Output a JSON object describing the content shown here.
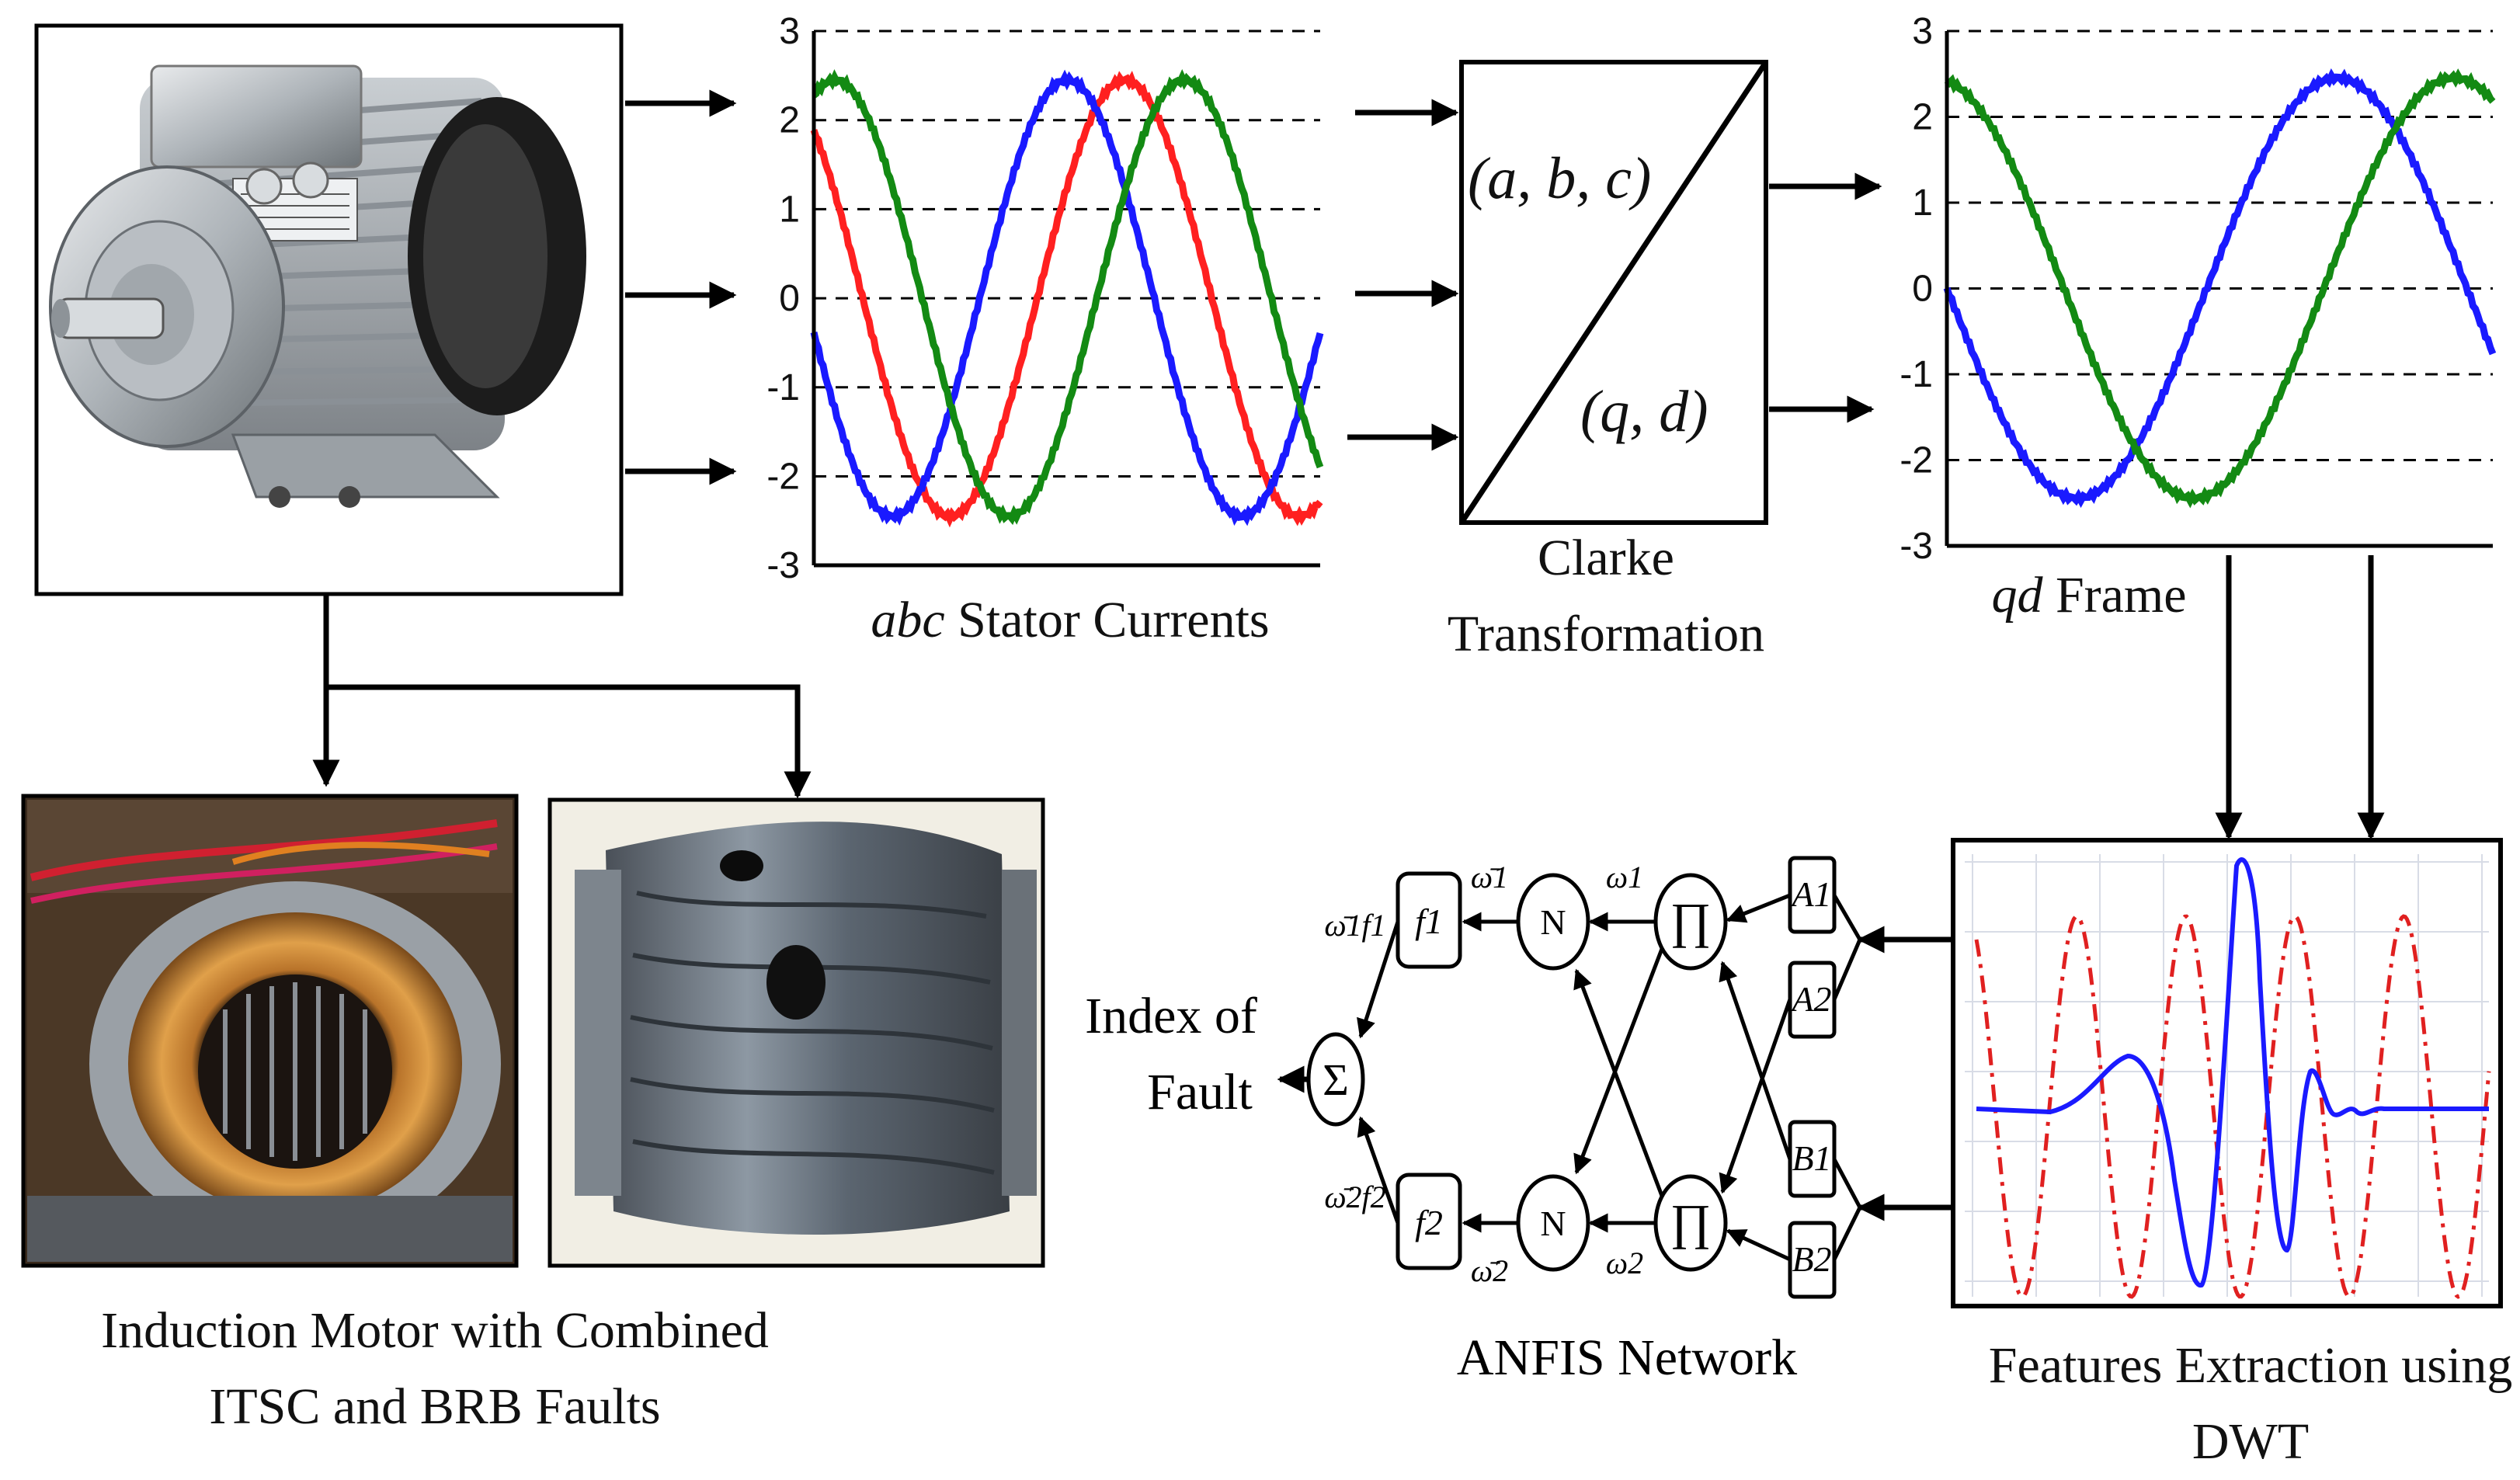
{
  "motor": {
    "caption_line1": "Induction Motor with Combined",
    "caption_line2": "ITSC and BRB Faults"
  },
  "abc_plot": {
    "caption_italic": "abc",
    "caption_rest": " Stator Currents",
    "yticks": [
      "3",
      "2",
      "1",
      "0",
      "-1",
      "-2",
      "-3"
    ]
  },
  "clarke": {
    "in_label": "(a, b, c)",
    "out_label": "(q, d)",
    "caption_line1": "Clarke",
    "caption_line2": "Transformation"
  },
  "qd_plot": {
    "caption_italic": "qd",
    "caption_rest": " Frame",
    "yticks": [
      "3",
      "2",
      "1",
      "0",
      "-1",
      "-2",
      "-3"
    ]
  },
  "dwt": {
    "caption_line1": "Features Extraction using",
    "caption_line2": "DWT"
  },
  "anfis": {
    "caption": "ANFIS Network",
    "inputs": [
      "A1",
      "A2",
      "B1",
      "B2"
    ],
    "product_symbol": "∏",
    "norm_symbol": "N",
    "rule_labels": [
      "f1",
      "f2"
    ],
    "sum_symbol": "Σ",
    "w1": "ω1",
    "w2": "ω2",
    "wbar1": "ω̄1",
    "wbar2": "ω̄2",
    "wf1": "ω̄1f1",
    "wf2": "ω̄2f2"
  },
  "output": {
    "line1": "Index of",
    "line2": "Fault"
  },
  "colors": {
    "phase_a": "#ff2020",
    "phase_b": "#1a1aff",
    "phase_c": "#138a13",
    "q_axis": "#1a1aff",
    "d_axis": "#138a13",
    "dwt_signal": "#1a1aff",
    "dwt_wavelet": "#e02020"
  }
}
